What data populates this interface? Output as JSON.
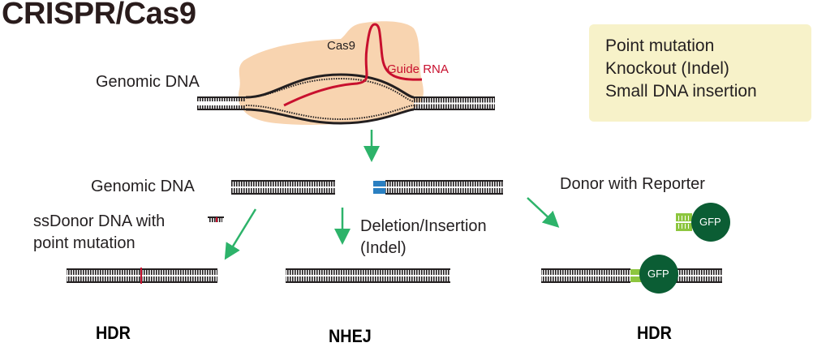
{
  "title": "CRISPR/Cas9",
  "top": {
    "genomic_dna_label": "Genomic DNA",
    "cas9_label": "Cas9",
    "guide_rna_label": "Guide RNA"
  },
  "applications_box": {
    "items": [
      "Point mutation",
      "Knockout (Indel)",
      "Small DNA insertion"
    ]
  },
  "middle": {
    "genomic_dna_label": "Genomic DNA"
  },
  "left_path": {
    "donor_label_line1": "ssDonor DNA with",
    "donor_label_line2": "point mutation",
    "outcome": "HDR"
  },
  "center_path": {
    "label_line1": "Deletion/Insertion",
    "label_line2": "(Indel)",
    "outcome": "NHEJ"
  },
  "right_path": {
    "donor_label": "Donor with Reporter",
    "reporter_label": "GFP",
    "outcome": "HDR"
  },
  "colors": {
    "cas9_blob": "#f8d4b0",
    "guide_rna": "#c8102e",
    "arrow": "#2db36a",
    "cut_site": "#2a7fc1",
    "homology_arm": "#8dc63f",
    "gfp": "#0b5d34",
    "box_bg": "#f7f2c9"
  }
}
